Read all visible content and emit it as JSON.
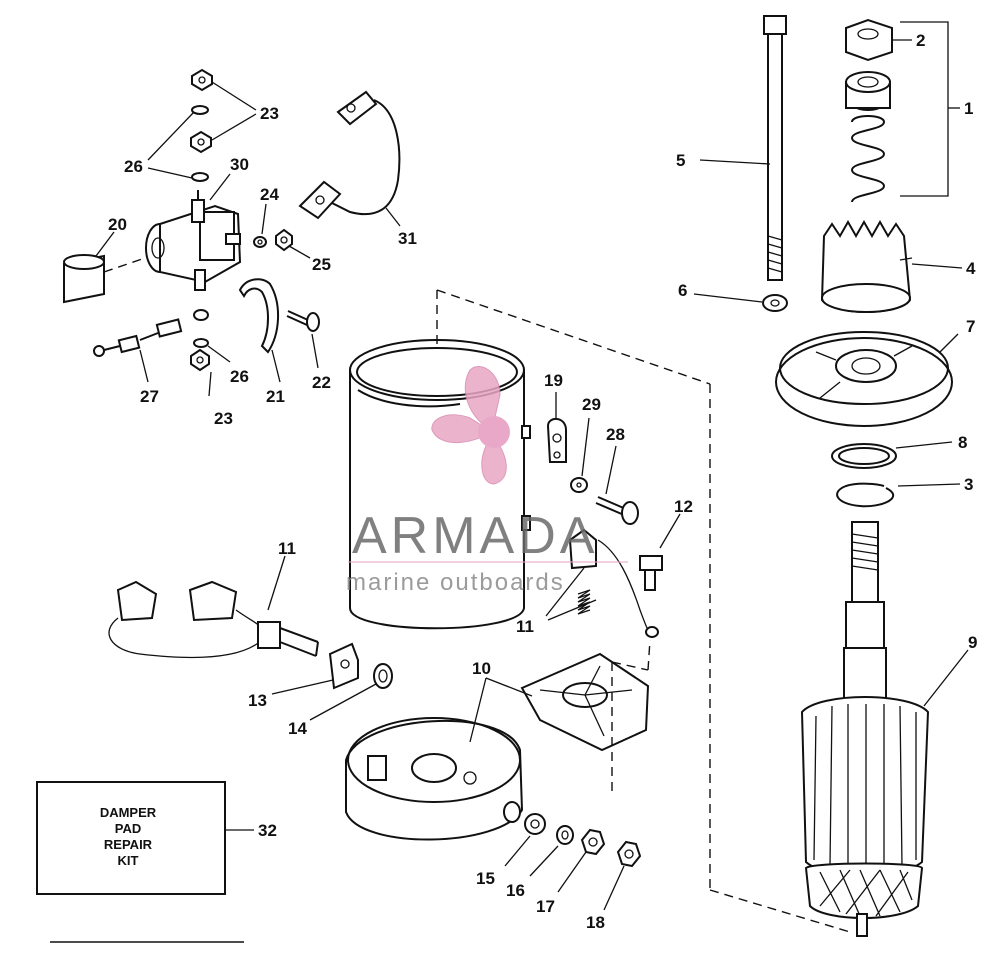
{
  "watermark": {
    "brand": "ARMADA",
    "tagline": "marine outboards",
    "logo_color": "#e8a6c4",
    "text_color": "#6a6a6a"
  },
  "kit_box": {
    "lines": [
      "DAMPER",
      "PAD",
      "REPAIR",
      "KIT"
    ]
  },
  "callouts": {
    "c1": "1",
    "c2": "2",
    "c3": "3",
    "c4": "4",
    "c5": "5",
    "c6": "6",
    "c7": "7",
    "c8": "8",
    "c9": "9",
    "c10": "10",
    "c11a": "11",
    "c11b": "11",
    "c12": "12",
    "c13": "13",
    "c14": "14",
    "c15": "15",
    "c16": "16",
    "c17": "17",
    "c18": "18",
    "c19": "19",
    "c20": "20",
    "c21": "21",
    "c22": "22",
    "c23a": "23",
    "c23b": "23",
    "c24": "24",
    "c25": "25",
    "c26a": "26",
    "c26b": "26",
    "c27": "27",
    "c28": "28",
    "c29": "29",
    "c30": "30",
    "c31": "31",
    "c32": "32"
  }
}
